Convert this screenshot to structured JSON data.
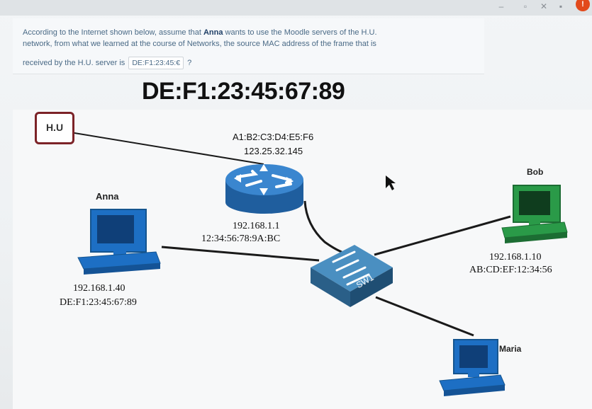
{
  "question": {
    "line1_prefix": "According to the Internet shown below, assume that ",
    "line1_name": "Anna",
    "line1_suffix": " wants to use the Moodle servers of the H.U.",
    "line2": "network, from what we learned at the course of Networks, the source MAC address of the frame that is",
    "line3_prefix": "received by the H.U. server is",
    "answer_value": "DE:F1:23:45:€",
    "line3_suffix": "?"
  },
  "answer_big": "DE:F1:23:45:67:89",
  "diagram": {
    "hu_label": "H.U",
    "router": {
      "mac": "A1:B2:C3:D4:E5:F6",
      "ip_public": "123.25.32.145",
      "ip_lan": "192.168.1.1",
      "mac_lan": "12:34:56:78:9A:BC"
    },
    "anna": {
      "name": "Anna",
      "ip": "192.168.1.40",
      "mac": "DE:F1:23:45:67:89"
    },
    "bob": {
      "name": "Bob",
      "ip": "192.168.1.10",
      "mac": "AB:CD:EF:12:34:56"
    },
    "maria": {
      "name": "Maria"
    },
    "switch": {
      "label": "SW1"
    }
  },
  "colors": {
    "device_blue": "#1e74c8",
    "router_blue": "#2a6db0",
    "switch_blue": "#2b6a96",
    "hu_border": "#7c2328",
    "screen_green": "#2e8b3e"
  },
  "icons": [
    "close-icon",
    "minimize-icon",
    "notification-icon",
    "cursor-icon"
  ]
}
